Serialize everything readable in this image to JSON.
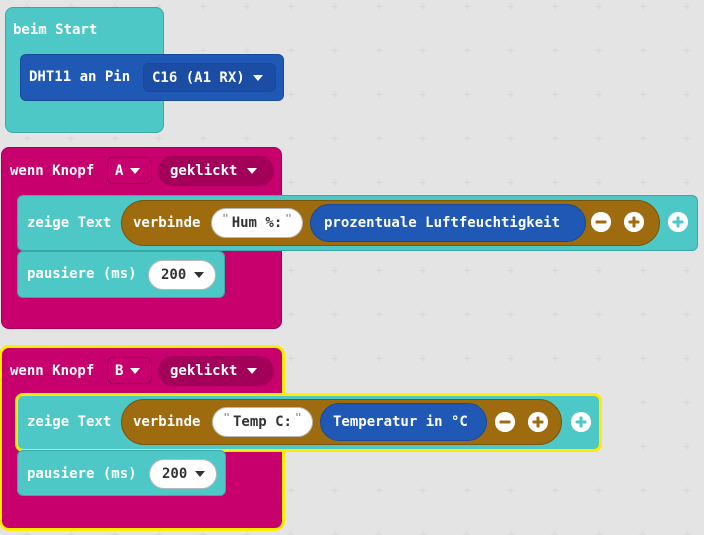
{
  "on_start": {
    "label": "beim Start",
    "dht": {
      "label": "DHT11 an Pin",
      "pin": "C16 (A1 RX)"
    }
  },
  "button_a": {
    "wenn": "wenn Knopf",
    "button": "A",
    "event": "geklickt",
    "show": {
      "label": "zeige Text",
      "join": "verbinde",
      "text": "Hum %:",
      "sensor": "prozentuale Luftfeuchtigkeit",
      "minus": "⊖",
      "plus": "⊕"
    },
    "pause": {
      "label": "pausiere (ms)",
      "value": "200"
    }
  },
  "button_b": {
    "wenn": "wenn Knopf",
    "button": "B",
    "event": "geklickt",
    "show": {
      "label": "zeige Text",
      "join": "verbinde",
      "text": "Temp C:",
      "sensor": "Temperatur in °C",
      "minus": "⊖",
      "plus": "⊕"
    },
    "pause": {
      "label": "pausiere (ms)",
      "value": "200"
    }
  },
  "colors": {
    "event_teal": "#4ec8c6",
    "input_magenta": "#c8006e",
    "sensor_blue": "#1f59b5",
    "text_olive": "#9e6c0f",
    "selection": "#ffec00"
  },
  "icons": {
    "add": "plus-circle-icon",
    "remove": "minus-circle-icon",
    "dropdown": "caret-down-icon"
  }
}
